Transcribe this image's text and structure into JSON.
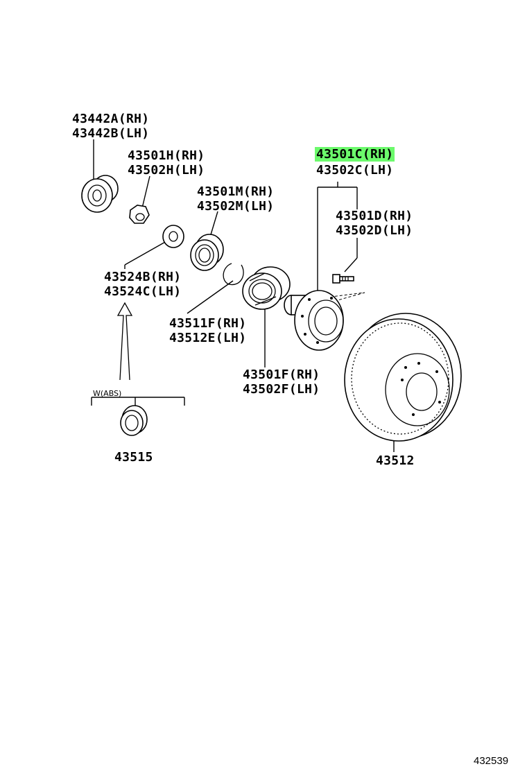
{
  "parts": {
    "p43442": {
      "rh": "43442A(RH)",
      "lh": "43442B(LH)"
    },
    "p43501H": {
      "rh": "43501H(RH)",
      "lh": "43502H(LH)"
    },
    "p43501M": {
      "rh": "43501M(RH)",
      "lh": "43502M(LH)"
    },
    "p43501C": {
      "rh": "43501C(RH)",
      "lh": "43502C(LH)",
      "highlighted": true,
      "highlight_color": "#6cfa6c"
    },
    "p43501D": {
      "rh": "43501D(RH)",
      "lh": "43502D(LH)"
    },
    "p43524": {
      "rh": "43524B(RH)",
      "lh": "43524C(LH)"
    },
    "p43511": {
      "rh": "43511F(RH)",
      "lh": "43512E(LH)"
    },
    "p43501F": {
      "rh": "43501F(RH)",
      "lh": "43502F(LH)"
    },
    "p43515": {
      "label": "43515"
    },
    "p43512": {
      "label": "43512"
    }
  },
  "abs_group": {
    "label": "W(ABS)"
  },
  "figure_number": "432539",
  "icons": [
    "grease-cap",
    "lock-nut",
    "washer",
    "oil-seal",
    "snap-ring",
    "bearing",
    "hub",
    "hub-bolt",
    "disc-rotor",
    "abs-ring",
    "arrow-up"
  ]
}
